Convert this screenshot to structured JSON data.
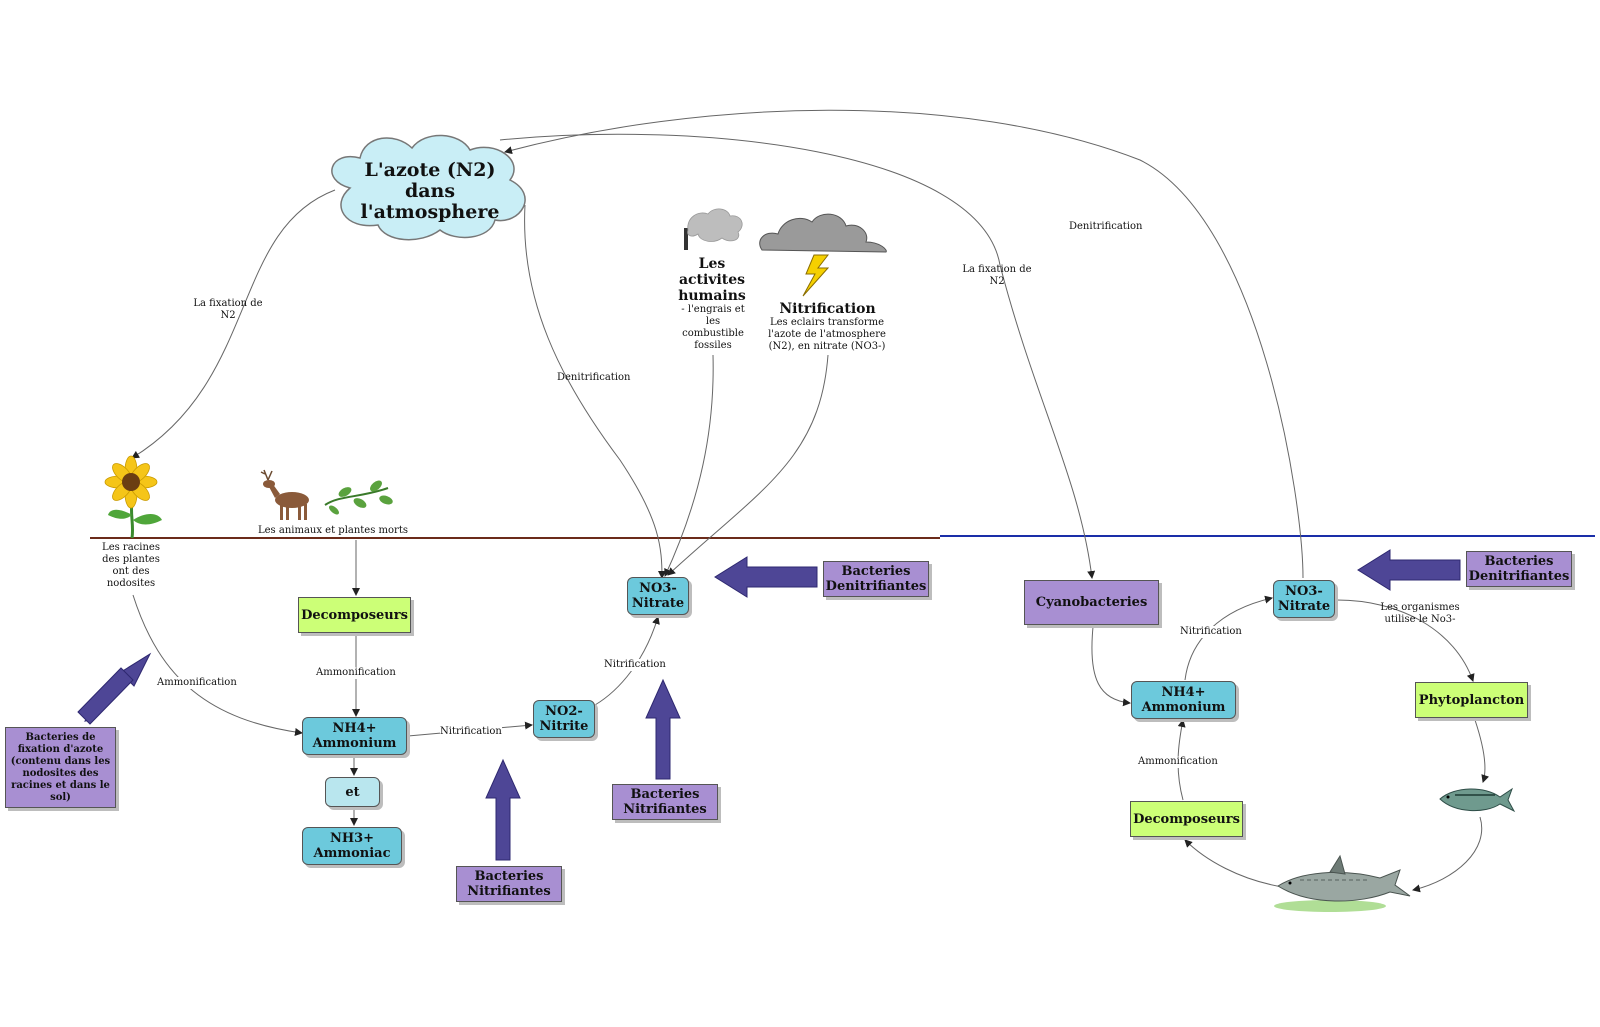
{
  "atmosphere": {
    "title": "L'azote (N2) dans l'atmosphere"
  },
  "nodes": {
    "decomposeurs_left": "Decomposeurs",
    "ammonium_left": "NH4+ Ammonium",
    "et": "et",
    "ammoniac": "NH3+ Ammoniac",
    "nitrite": "NO2- Nitrite",
    "nitrate_left": "NO3- Nitrate",
    "bact_denit_left": "Bacteries Denitrifiantes",
    "bact_nitr_1": "Bacteries Nitrifiantes",
    "bact_nitr_2": "Bacteries Nitrifiantes",
    "bact_fixation": "Bacteries de fixation d'azote (contenu dans les nodosites des racines et dans le sol)",
    "cyanobacteries": "Cyanobacteries",
    "ammonium_right": "NH4+ Ammonium",
    "nitrate_right": "NO3- Nitrate",
    "bact_denit_right": "Bacteries Denitrifiantes",
    "phytoplancton": "Phytoplancton",
    "decomposeurs_right": "Decomposeurs"
  },
  "labels": {
    "fixation_left": "La fixation de N2",
    "fixation_right": "La fixation de N2",
    "denit_mid": "Denitrification",
    "denit_right": "Denitrification",
    "racines": "Les racines des plantes ont des nodosites",
    "animaux": "Les animaux et plantes morts",
    "ammonification_1": "Ammonification",
    "ammonification_2": "Ammonification",
    "ammonification_3": "Ammonification",
    "nitrification_1": "Nitrification",
    "nitrification_2": "Nitrification",
    "nitrification_3": "Nitrification",
    "organismes": "Les organismes utilise le No3-",
    "activites_title": "Les activites humains",
    "activites_desc": "- l'engrais et les combustible fossiles",
    "eclairs_title": "Nitrification",
    "eclairs_desc": "Les eclairs transforme l'azote de l'atmosphere (N2), en nitrate (NO3-)"
  },
  "colors": {
    "soil_line": "#6b2b1a",
    "water_line": "#1a2ea8",
    "arrow_purple": "#4e4696",
    "cyan_node": "#6cc9dc",
    "green_node": "#ccff77",
    "purple_node": "#a88fd2"
  },
  "icons": [
    "cloud-icon",
    "sunflower-icon",
    "deer-icon",
    "plant-icon",
    "factory-smoke-icon",
    "storm-cloud-icon",
    "lightning-icon",
    "fish-icon",
    "shark-icon"
  ]
}
